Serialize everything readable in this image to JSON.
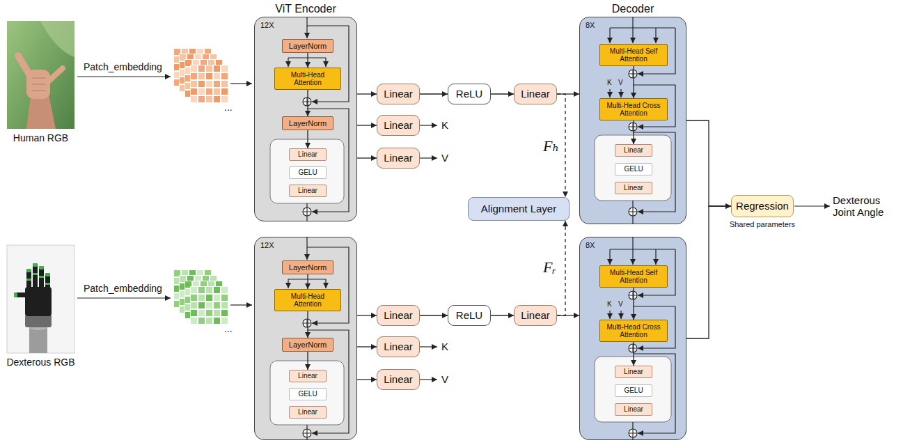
{
  "diagram": {
    "nodes": [
      {
        "text": [
          "Human RGB"
        ]
      },
      {
        "text": [
          "ViT Encoder",
          "12X"
        ]
      },
      {
        "text": [
          "LayerNorm"
        ],
        "in": 1
      },
      {
        "text": [
          "Multi-Head Attention"
        ],
        "in": 1
      },
      {
        "text": [
          "LayerNorm"
        ],
        "in": 1
      },
      {
        "text": [
          "Linear"
        ],
        "in": 1
      },
      {
        "text": [
          "GELU"
        ],
        "in": 1
      },
      {
        "text": [
          "Linear"
        ],
        "in": 1
      },
      {
        "text": [
          "Linear"
        ]
      },
      {
        "text": [
          "ReLU"
        ]
      },
      {
        "text": [
          "Linear"
        ]
      },
      {
        "text": [
          "Linear"
        ]
      },
      {
        "text": [
          "Linear"
        ]
      },
      {
        "text": [
          "Decoder",
          "8X"
        ]
      },
      {
        "text": [
          "Multi-Head Self Attention"
        ],
        "in": 13
      },
      {
        "text": [
          "Multi-Head Cross Attention"
        ],
        "in": 13
      },
      {
        "text": [
          "Linear"
        ],
        "in": 13
      },
      {
        "text": [
          "GELU"
        ],
        "in": 13
      },
      {
        "text": [
          "Linear"
        ],
        "in": 13
      },
      {
        "text": [
          "Alignment Layer"
        ]
      },
      {
        "text": [
          "Dexterous RGB"
        ]
      },
      {
        "text": [
          "12X"
        ]
      },
      {
        "text": [
          "LayerNorm"
        ],
        "in": 21
      },
      {
        "text": [
          "Multi-Head Attention"
        ],
        "in": 21
      },
      {
        "text": [
          "LayerNorm"
        ],
        "in": 21
      },
      {
        "text": [
          "Linear"
        ],
        "in": 21
      },
      {
        "text": [
          "GELU"
        ],
        "in": 21
      },
      {
        "text": [
          "Linear"
        ],
        "in": 21
      },
      {
        "text": [
          "Linear"
        ]
      },
      {
        "text": [
          "ReLU"
        ]
      },
      {
        "text": [
          "Linear"
        ]
      },
      {
        "text": [
          "Linear"
        ]
      },
      {
        "text": [
          "Linear"
        ]
      },
      {
        "text": [
          "8X"
        ]
      },
      {
        "text": [
          "Multi-Head Self Attention"
        ],
        "in": 33
      },
      {
        "text": [
          "Multi-Head Cross Attention"
        ],
        "in": 33
      },
      {
        "text": [
          "Linear"
        ],
        "in": 33
      },
      {
        "text": [
          "GELU"
        ],
        "in": 33
      },
      {
        "text": [
          "Linear"
        ],
        "in": 33
      },
      {
        "text": [
          "Regression",
          "Shared parameters"
        ]
      }
    ],
    "edges": [
      {
        "from": 1,
        "to": 8,
        "arrow": "to"
      },
      {
        "from": 8,
        "to": 9,
        "arrow": "to"
      },
      {
        "from": 9,
        "to": 10,
        "arrow": "to"
      },
      {
        "from": 10,
        "to": 13,
        "arrow": "to"
      },
      {
        "from": 1,
        "to": 11,
        "arrow": "to"
      },
      {
        "from": 1,
        "to": 12,
        "arrow": "to"
      },
      {
        "from": 2,
        "to": 3,
        "arrow": "to"
      },
      {
        "from": 3,
        "to": 4,
        "arrow": "to"
      },
      {
        "from": 4,
        "to": 5,
        "arrow": "to"
      },
      {
        "from": 14,
        "to": 15,
        "arrow": "to"
      },
      {
        "from": 15,
        "to": 16,
        "arrow": "to"
      },
      {
        "from": 10,
        "to": 19,
        "label": "Fₕ",
        "arrow": "to"
      },
      {
        "from": 21,
        "to": 28,
        "arrow": "to"
      },
      {
        "from": 28,
        "to": 29,
        "arrow": "to"
      },
      {
        "from": 29,
        "to": 30,
        "arrow": "to"
      },
      {
        "from": 30,
        "to": 33,
        "arrow": "to"
      },
      {
        "from": 21,
        "to": 31,
        "arrow": "to"
      },
      {
        "from": 21,
        "to": 32,
        "arrow": "to"
      },
      {
        "from": 22,
        "to": 23,
        "arrow": "to"
      },
      {
        "from": 23,
        "to": 24,
        "arrow": "to"
      },
      {
        "from": 24,
        "to": 25,
        "arrow": "to"
      },
      {
        "from": 34,
        "to": 35,
        "arrow": "to"
      },
      {
        "from": 35,
        "to": 36,
        "arrow": "to"
      },
      {
        "from": 30,
        "to": 19,
        "label": "Fᵣ",
        "arrow": "to"
      },
      {
        "from": 13,
        "to": 39,
        "arrow": "to"
      },
      {
        "from": 33,
        "to": 39,
        "arrow": "to"
      }
    ],
    "labels": [
      "Patch_embedding",
      "...",
      "K",
      "V",
      "K",
      "V",
      "Patch_embedding",
      "...",
      "K",
      "V",
      "K",
      "V",
      "Dexterous Joint Angle"
    ]
  }
}
